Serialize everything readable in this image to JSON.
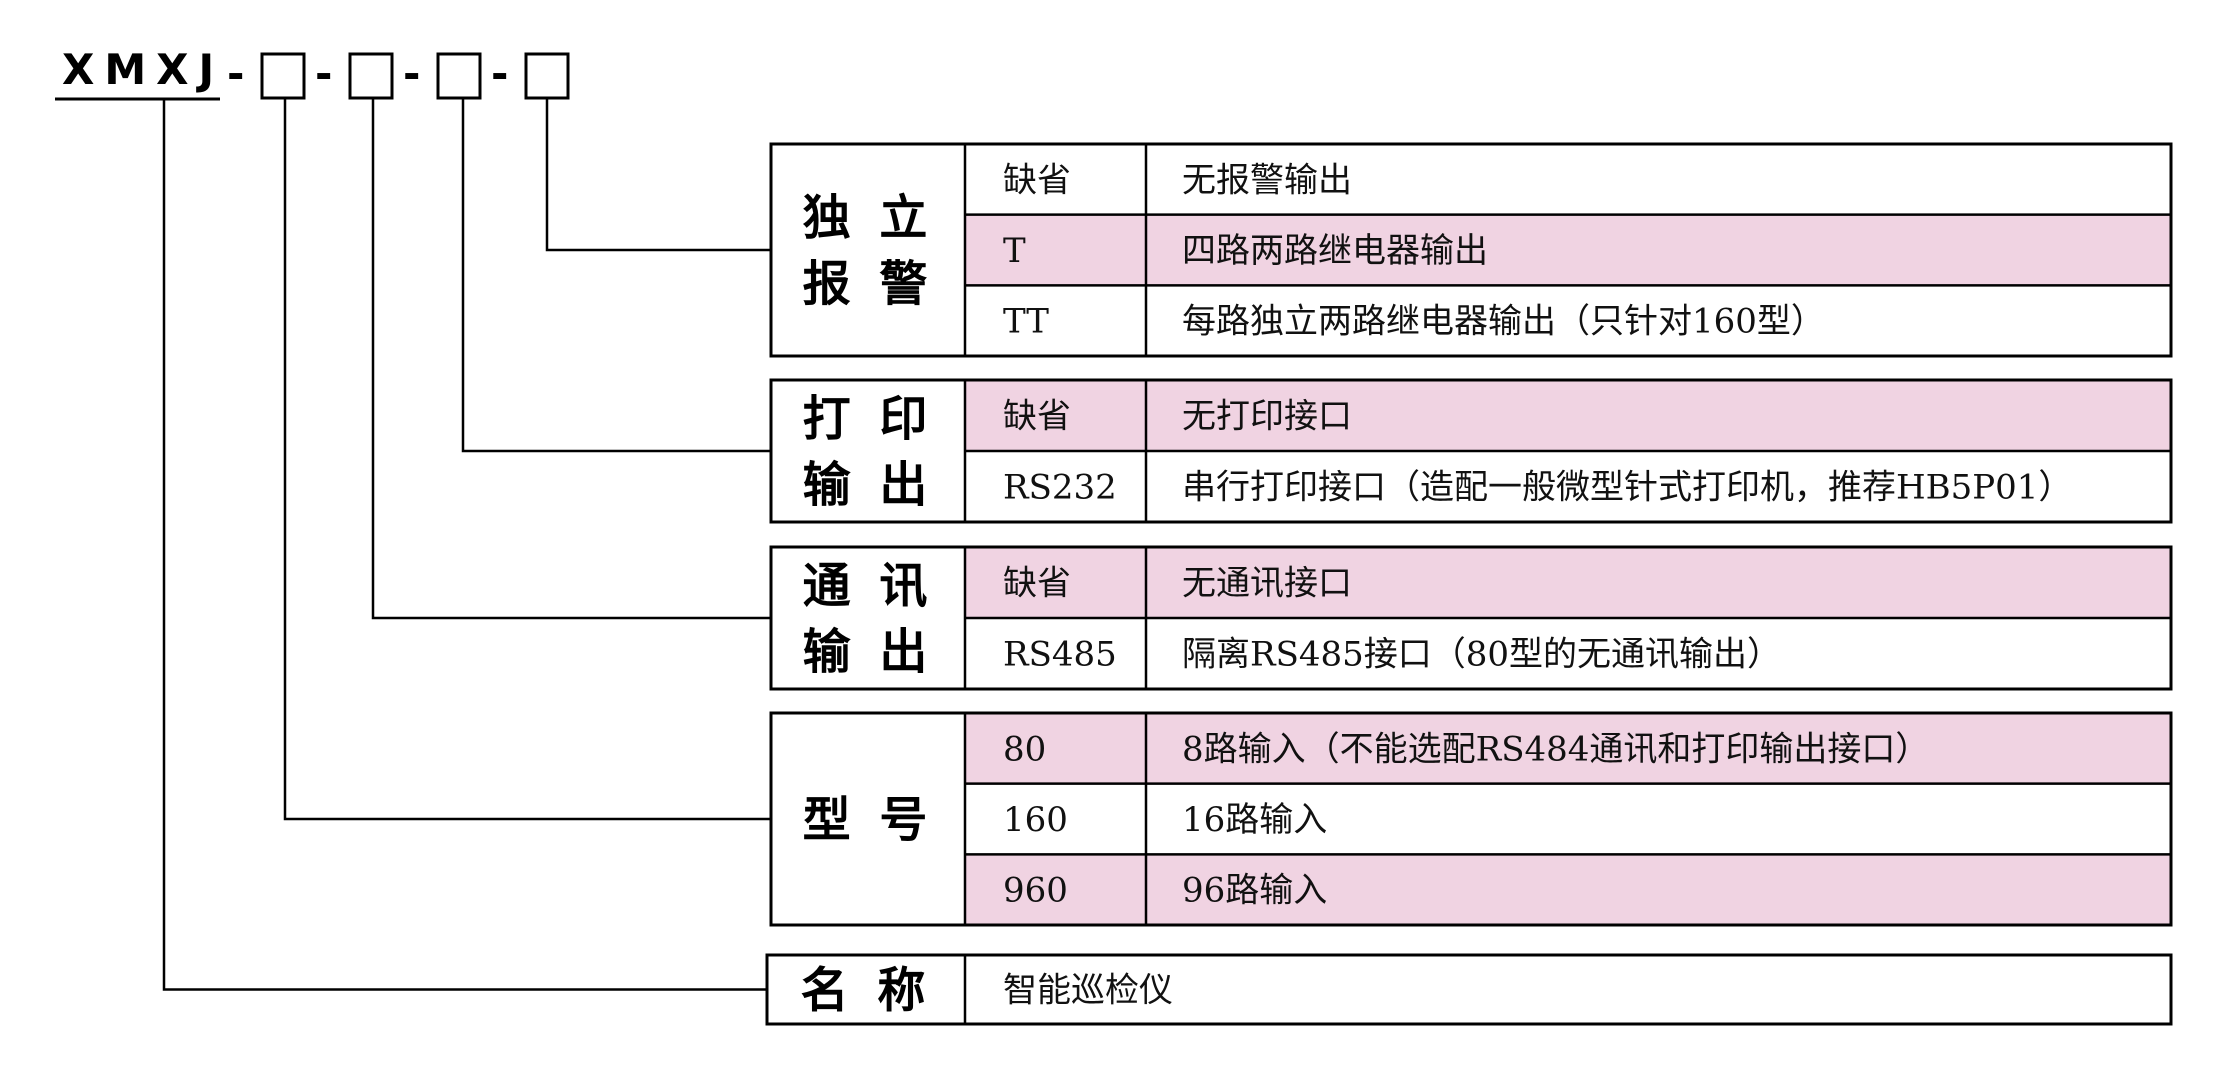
{
  "model_code": {
    "prefix": "XMXJ",
    "separator": "-",
    "slot_count": 4
  },
  "colors": {
    "highlight": "#f0d3e2",
    "line": "#000000",
    "background": "#ffffff"
  },
  "tables": [
    {
      "id": "alarm",
      "category": [
        "独 立",
        "报 警"
      ],
      "rows": [
        {
          "code": "缺省",
          "desc": "无报警输出",
          "highlight": false
        },
        {
          "code": "T",
          "desc": "四路两路继电器输出",
          "highlight": true
        },
        {
          "code": "TT",
          "desc": "每路独立两路继电器输出（只针对160型）",
          "highlight": false
        }
      ]
    },
    {
      "id": "print",
      "category": [
        "打 印",
        "输 出"
      ],
      "rows": [
        {
          "code": "缺省",
          "desc": "无打印接口",
          "highlight": true
        },
        {
          "code": "RS232",
          "desc": "串行打印接口（造配一般微型针式打印机，推荐HB5P01）",
          "highlight": false
        }
      ]
    },
    {
      "id": "comm",
      "category": [
        "通 讯",
        "输 出"
      ],
      "rows": [
        {
          "code": "缺省",
          "desc": "无通讯接口",
          "highlight": true
        },
        {
          "code": "RS485",
          "desc": "隔离RS485接口（80型的无通讯输出）",
          "highlight": false
        }
      ]
    },
    {
      "id": "model",
      "category": [
        "型 号"
      ],
      "rows": [
        {
          "code": "80",
          "desc": "8路输入（不能选配RS484通讯和打印输出接口）",
          "highlight": true
        },
        {
          "code": "160",
          "desc": "16路输入",
          "highlight": false
        },
        {
          "code": "960",
          "desc": "96路输入",
          "highlight": true
        }
      ]
    },
    {
      "id": "name",
      "category": [
        "名 称"
      ],
      "rows": [
        {
          "code": "智能巡检仪",
          "desc": "",
          "highlight": false,
          "merged": true
        }
      ]
    }
  ]
}
